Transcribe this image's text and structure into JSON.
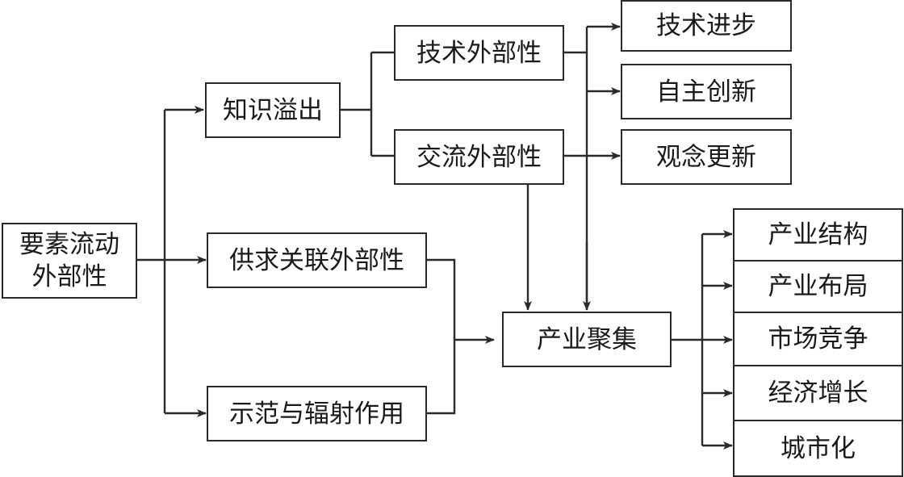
{
  "diagram": {
    "source": {
      "label": "要素流动\n外部性",
      "line1": "要素流动",
      "line2": "外部性"
    },
    "level2": {
      "knowledge_spillover": "知识溢出",
      "supply_demand": "供求关联外部性",
      "demonstration": "示范与辐射作用"
    },
    "level3": {
      "tech_externality": "技术外部性",
      "exchange_externality": "交流外部性"
    },
    "outcomes_top": [
      "技术进步",
      "自主创新",
      "观念更新"
    ],
    "cluster": "产业聚集",
    "outcomes_right": [
      "产业结构",
      "产业布局",
      "市场竞争",
      "经济增长",
      "城市化"
    ],
    "edges": [
      [
        "要素流动外部性",
        "知识溢出"
      ],
      [
        "要素流动外部性",
        "供求关联外部性"
      ],
      [
        "要素流动外部性",
        "示范与辐射作用"
      ],
      [
        "知识溢出",
        "技术外部性"
      ],
      [
        "知识溢出",
        "交流外部性"
      ],
      [
        "技术外部性",
        "技术进步"
      ],
      [
        "技术外部性",
        "自主创新"
      ],
      [
        "技术外部性",
        "产业聚集"
      ],
      [
        "交流外部性",
        "观念更新"
      ],
      [
        "交流外部性",
        "产业聚集"
      ],
      [
        "供求关联外部性",
        "产业聚集"
      ],
      [
        "示范与辐射作用",
        "产业聚集"
      ],
      [
        "产业聚集",
        "产业结构"
      ],
      [
        "产业聚集",
        "产业布局"
      ],
      [
        "产业聚集",
        "市场竞争"
      ],
      [
        "产业聚集",
        "经济增长"
      ],
      [
        "产业聚集",
        "城市化"
      ]
    ]
  }
}
